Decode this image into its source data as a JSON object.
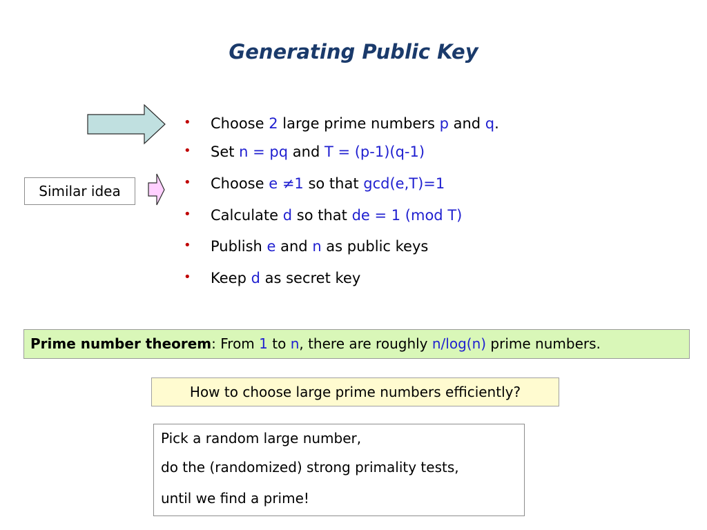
{
  "title": "Generating Public Key",
  "similar_label": "Similar idea",
  "colors": {
    "title": "#1a3a6b",
    "highlight": "#1f1fd0",
    "bullet": "#c00000",
    "big_arrow": "#c0e0e0",
    "small_arrow": "#ffd0ff",
    "theorem_bg": "#d9f7b8",
    "question_bg": "#fffbd0"
  },
  "bullets": [
    {
      "t1": "Choose ",
      "h1": "2",
      "t2": " large prime numbers ",
      "h2": "p",
      "t3": " and ",
      "h3": "q",
      "t4": "."
    },
    {
      "t1": "Set ",
      "h1": "n = pq",
      "t2": " and ",
      "h2": "T = (p-1)(q-1)",
      "t3": "",
      "h3": "",
      "t4": ""
    },
    {
      "t1": "Choose ",
      "h1": "e ≠1",
      "t2": " so that ",
      "h2": "gcd(e,T)=1",
      "t3": "",
      "h3": "",
      "t4": ""
    },
    {
      "t1": "Calculate ",
      "h1": "d",
      "t2": " so that ",
      "h2": "de = 1 (mod T)",
      "t3": "",
      "h3": "",
      "t4": ""
    },
    {
      "t1": "Publish ",
      "h1": "e",
      "t2": " and ",
      "h2": "n",
      "t3": " as public keys",
      "h3": "",
      "t4": ""
    },
    {
      "t1": "Keep ",
      "h1": "d",
      "t2": " as secret key",
      "h2": "",
      "t3": "",
      "h3": "",
      "t4": ""
    }
  ],
  "theorem": {
    "label": "Prime number theorem",
    "t1": ": From ",
    "h1": "1",
    "t2": " to ",
    "h2": "n",
    "t3": ", there are roughly ",
    "h3": "n/log(n)",
    "t4": " prime numbers."
  },
  "question": "How to choose large prime numbers efficiently?",
  "answer": {
    "line1": "Pick a random large number,",
    "line2": "do the (randomized) strong primality tests,",
    "line3": "until we find a prime!"
  }
}
